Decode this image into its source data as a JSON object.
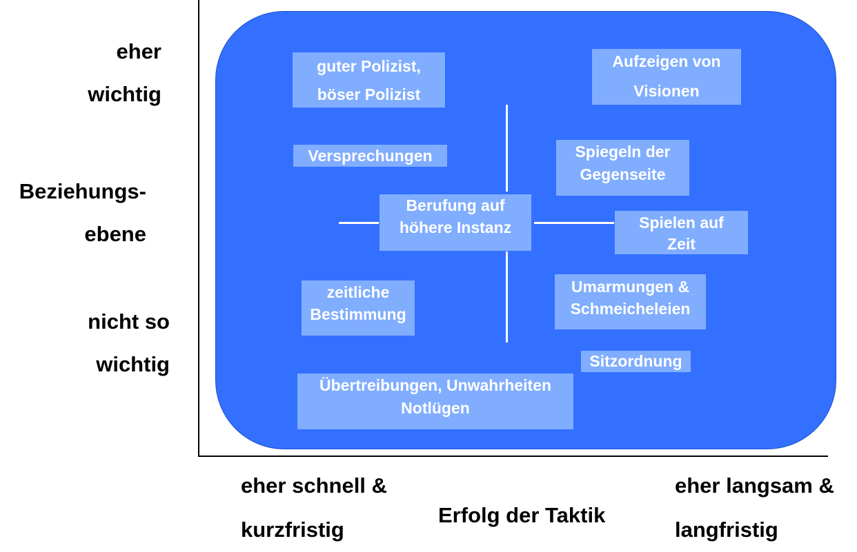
{
  "y_axis": {
    "top_label": [
      "eher",
      "wichtig"
    ],
    "mid_label": [
      "Beziehungs-",
      "ebene"
    ],
    "bottom_label": [
      "nicht so",
      "wichtig"
    ]
  },
  "x_axis": {
    "left_label": [
      "eher schnell &",
      "kurzfristig"
    ],
    "center_label": "Erfolg der Taktik",
    "right_label": [
      "eher langsam &",
      "langfristig"
    ]
  },
  "tactics": {
    "guter_polizist": [
      "guter Polizist,",
      "böser Polizist"
    ],
    "aufzeigen": [
      "Aufzeigen von",
      "Visionen"
    ],
    "versprechungen": [
      "Versprechungen"
    ],
    "spiegeln": [
      "Spiegeln der",
      "Gegenseite"
    ],
    "berufung": [
      "Berufung auf",
      "höhere Instanz"
    ],
    "spielen": [
      "Spielen auf",
      "Zeit"
    ],
    "zeitliche": [
      "zeitliche",
      "Bestimmung"
    ],
    "umarmungen": [
      "Umarmungen &",
      "Schmeicheleien"
    ],
    "sitzordnung": [
      "Sitzordnung"
    ],
    "uebertreibungen": [
      "Übertreibungen, Unwahrheiten",
      "Notlügen"
    ]
  },
  "colors": {
    "panel": "#3370ff",
    "box": "#80adfe",
    "box_text": "#ffffff",
    "axis": "#000000"
  }
}
